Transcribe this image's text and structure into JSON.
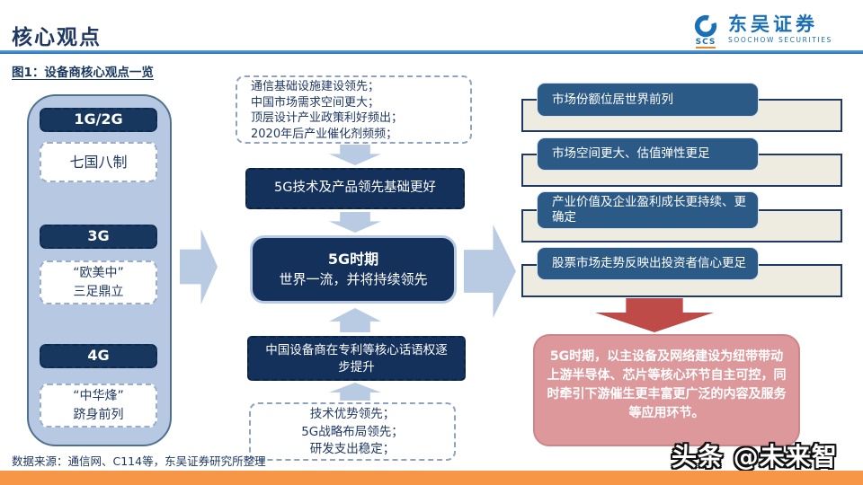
{
  "header": {
    "title": "核心观点",
    "logo": {
      "mark": "SCS",
      "brand": "东吴证券",
      "subbrand": "SOOCHOW SECURITIES"
    }
  },
  "figure": {
    "label": "图1：设备商核心观点一览"
  },
  "timeline": {
    "items": [
      {
        "era": "1G/2G",
        "desc": "七国八制"
      },
      {
        "era": "3G",
        "desc": "“欧美中”\n三足鼎立"
      },
      {
        "era": "4G",
        "desc": "“中华烽”\n跻身前列"
      }
    ]
  },
  "flow": {
    "drivers_top": "通信基础设施建设领先；\n中国市场需求空间更大；\n顶层设计产业政策利好频出；\n2020年后产业催化剂频频；",
    "strength_top": "5G技术及产品领先基础更好",
    "core_title": "5G时期",
    "core_subtitle": "世界一流，并将持续领先",
    "strength_bottom": "中国设备商在专利等核心话语权逐步提升",
    "drivers_bottom": "技术优势领先；\n5G战略布局领先；\n研发支出稳定；"
  },
  "outcomes": [
    "市场份额位居世界前列",
    "市场空间更大、估值弹性更足",
    "产业价值及企业盈利成长更持续、更确定",
    "股票市场走势反映出投资者信心更足"
  ],
  "conclusion": {
    "text": "5G时期，以主设备及网络建设为纽带带动上游半导体、芯片等核心环节自主可控，同时牵引下游催生更丰富更广泛的内容及服务等应用环节。"
  },
  "footer": {
    "source": "数据来源：通信网、C114等，东吴证券研究所整理",
    "watermark": "头条 @未来智库"
  },
  "colors": {
    "navy": "#17375E",
    "panel_blue": "#B7C9E2",
    "arrow_blue": "#B9CBE3",
    "box_navy": "#14315B",
    "outcome_blue": "#2B5A87",
    "back_beige": "#EEEBE0",
    "conclusion_pink": "#DD989B",
    "arrow_red": "#BE4B48",
    "footer_orange": "#F79646",
    "brand_blue": "#1A70B8"
  }
}
